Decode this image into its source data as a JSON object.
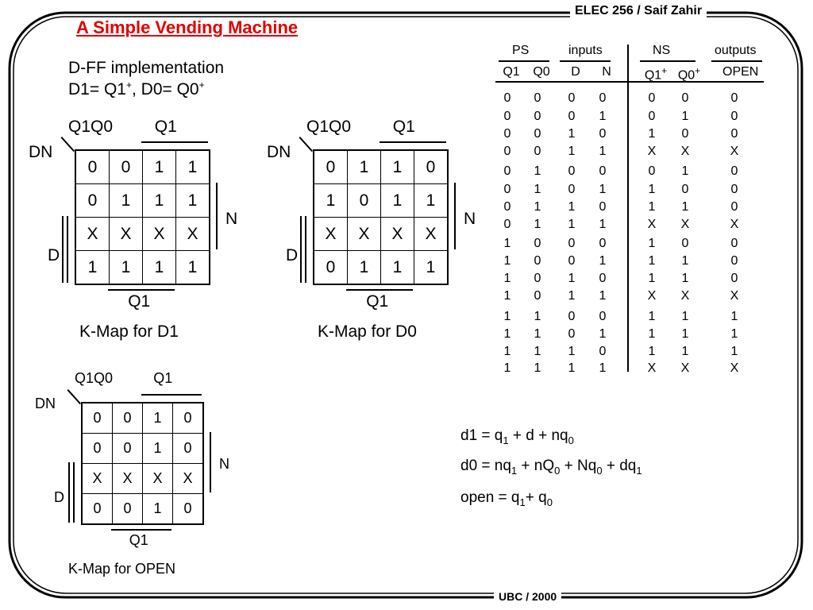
{
  "header": {
    "course": "ELEC 256 / Saif Zahir",
    "footer": "UBC / 2000"
  },
  "title": "A Simple Vending Machine",
  "intro": {
    "line1": "D-FF implementation",
    "line2": "D1= Q1",
    "line2b": ", D0= Q0",
    "plus": "+"
  },
  "kmaps": [
    {
      "caption": "K-Map for D1",
      "labels": {
        "corner": "Q1Q0",
        "top": "Q1",
        "dn": "DN",
        "n": "N",
        "d": "D",
        "bottom": "Q1"
      },
      "cells": [
        [
          "0",
          "0",
          "1",
          "1"
        ],
        [
          "0",
          "1",
          "1",
          "1"
        ],
        [
          "X",
          "X",
          "X",
          "X"
        ],
        [
          "1",
          "1",
          "1",
          "1"
        ]
      ]
    },
    {
      "caption": "K-Map for D0",
      "labels": {
        "corner": "Q1Q0",
        "top": "Q1",
        "dn": "DN",
        "n": "N",
        "d": "D",
        "bottom": "Q1"
      },
      "cells": [
        [
          "0",
          "1",
          "1",
          "0"
        ],
        [
          "1",
          "0",
          "1",
          "1"
        ],
        [
          "X",
          "X",
          "X",
          "X"
        ],
        [
          "0",
          "1",
          "1",
          "1"
        ]
      ]
    },
    {
      "caption": "K-Map for OPEN",
      "labels": {
        "corner": "Q1Q0",
        "top": "Q1",
        "dn": "DN",
        "n": "N",
        "d": "D",
        "bottom": "Q1"
      },
      "cells": [
        [
          "0",
          "0",
          "1",
          "0"
        ],
        [
          "0",
          "0",
          "1",
          "0"
        ],
        [
          "X",
          "X",
          "X",
          "X"
        ],
        [
          "0",
          "0",
          "1",
          "0"
        ]
      ]
    }
  ],
  "truth_table": {
    "groups": [
      "PS",
      "inputs",
      "NS",
      "outputs"
    ],
    "columns": [
      "Q1",
      "Q0",
      "D",
      "N",
      "Q1",
      "Q0",
      "OPEN"
    ],
    "plus": "+",
    "rows": [
      [
        "0",
        "0",
        "0",
        "0",
        "0",
        "0",
        "0"
      ],
      [
        "0",
        "0",
        "0",
        "1",
        "0",
        "1",
        "0"
      ],
      [
        "0",
        "0",
        "1",
        "0",
        "1",
        "0",
        "0"
      ],
      [
        "0",
        "0",
        "1",
        "1",
        "X",
        "X",
        "X"
      ],
      [
        "0",
        "1",
        "0",
        "0",
        "0",
        "1",
        "0"
      ],
      [
        "0",
        "1",
        "0",
        "1",
        "1",
        "0",
        "0"
      ],
      [
        "0",
        "1",
        "1",
        "0",
        "1",
        "1",
        "0"
      ],
      [
        "0",
        "1",
        "1",
        "1",
        "X",
        "X",
        "X"
      ],
      [
        "1",
        "0",
        "0",
        "0",
        "1",
        "0",
        "0"
      ],
      [
        "1",
        "0",
        "0",
        "1",
        "1",
        "1",
        "0"
      ],
      [
        "1",
        "0",
        "1",
        "0",
        "1",
        "1",
        "0"
      ],
      [
        "1",
        "0",
        "1",
        "1",
        "X",
        "X",
        "X"
      ],
      [
        "1",
        "1",
        "0",
        "0",
        "1",
        "1",
        "1"
      ],
      [
        "1",
        "1",
        "0",
        "1",
        "1",
        "1",
        "1"
      ],
      [
        "1",
        "1",
        "1",
        "0",
        "1",
        "1",
        "1"
      ],
      [
        "1",
        "1",
        "1",
        "1",
        "X",
        "X",
        "X"
      ]
    ]
  },
  "equations": {
    "d1": {
      "a": "d1 = q",
      "s1": "1",
      "b": " + d + nq",
      "s2": "0"
    },
    "d0": {
      "a": "d0 = nq",
      "s1": "1",
      "b": " + nQ",
      "s2": "0",
      "c": " + Nq",
      "s3": "0",
      "d": " + dq",
      "s4": "1"
    },
    "open": {
      "a": "open = q",
      "s1": "1",
      "b": "+  q",
      "s2": "0"
    }
  }
}
